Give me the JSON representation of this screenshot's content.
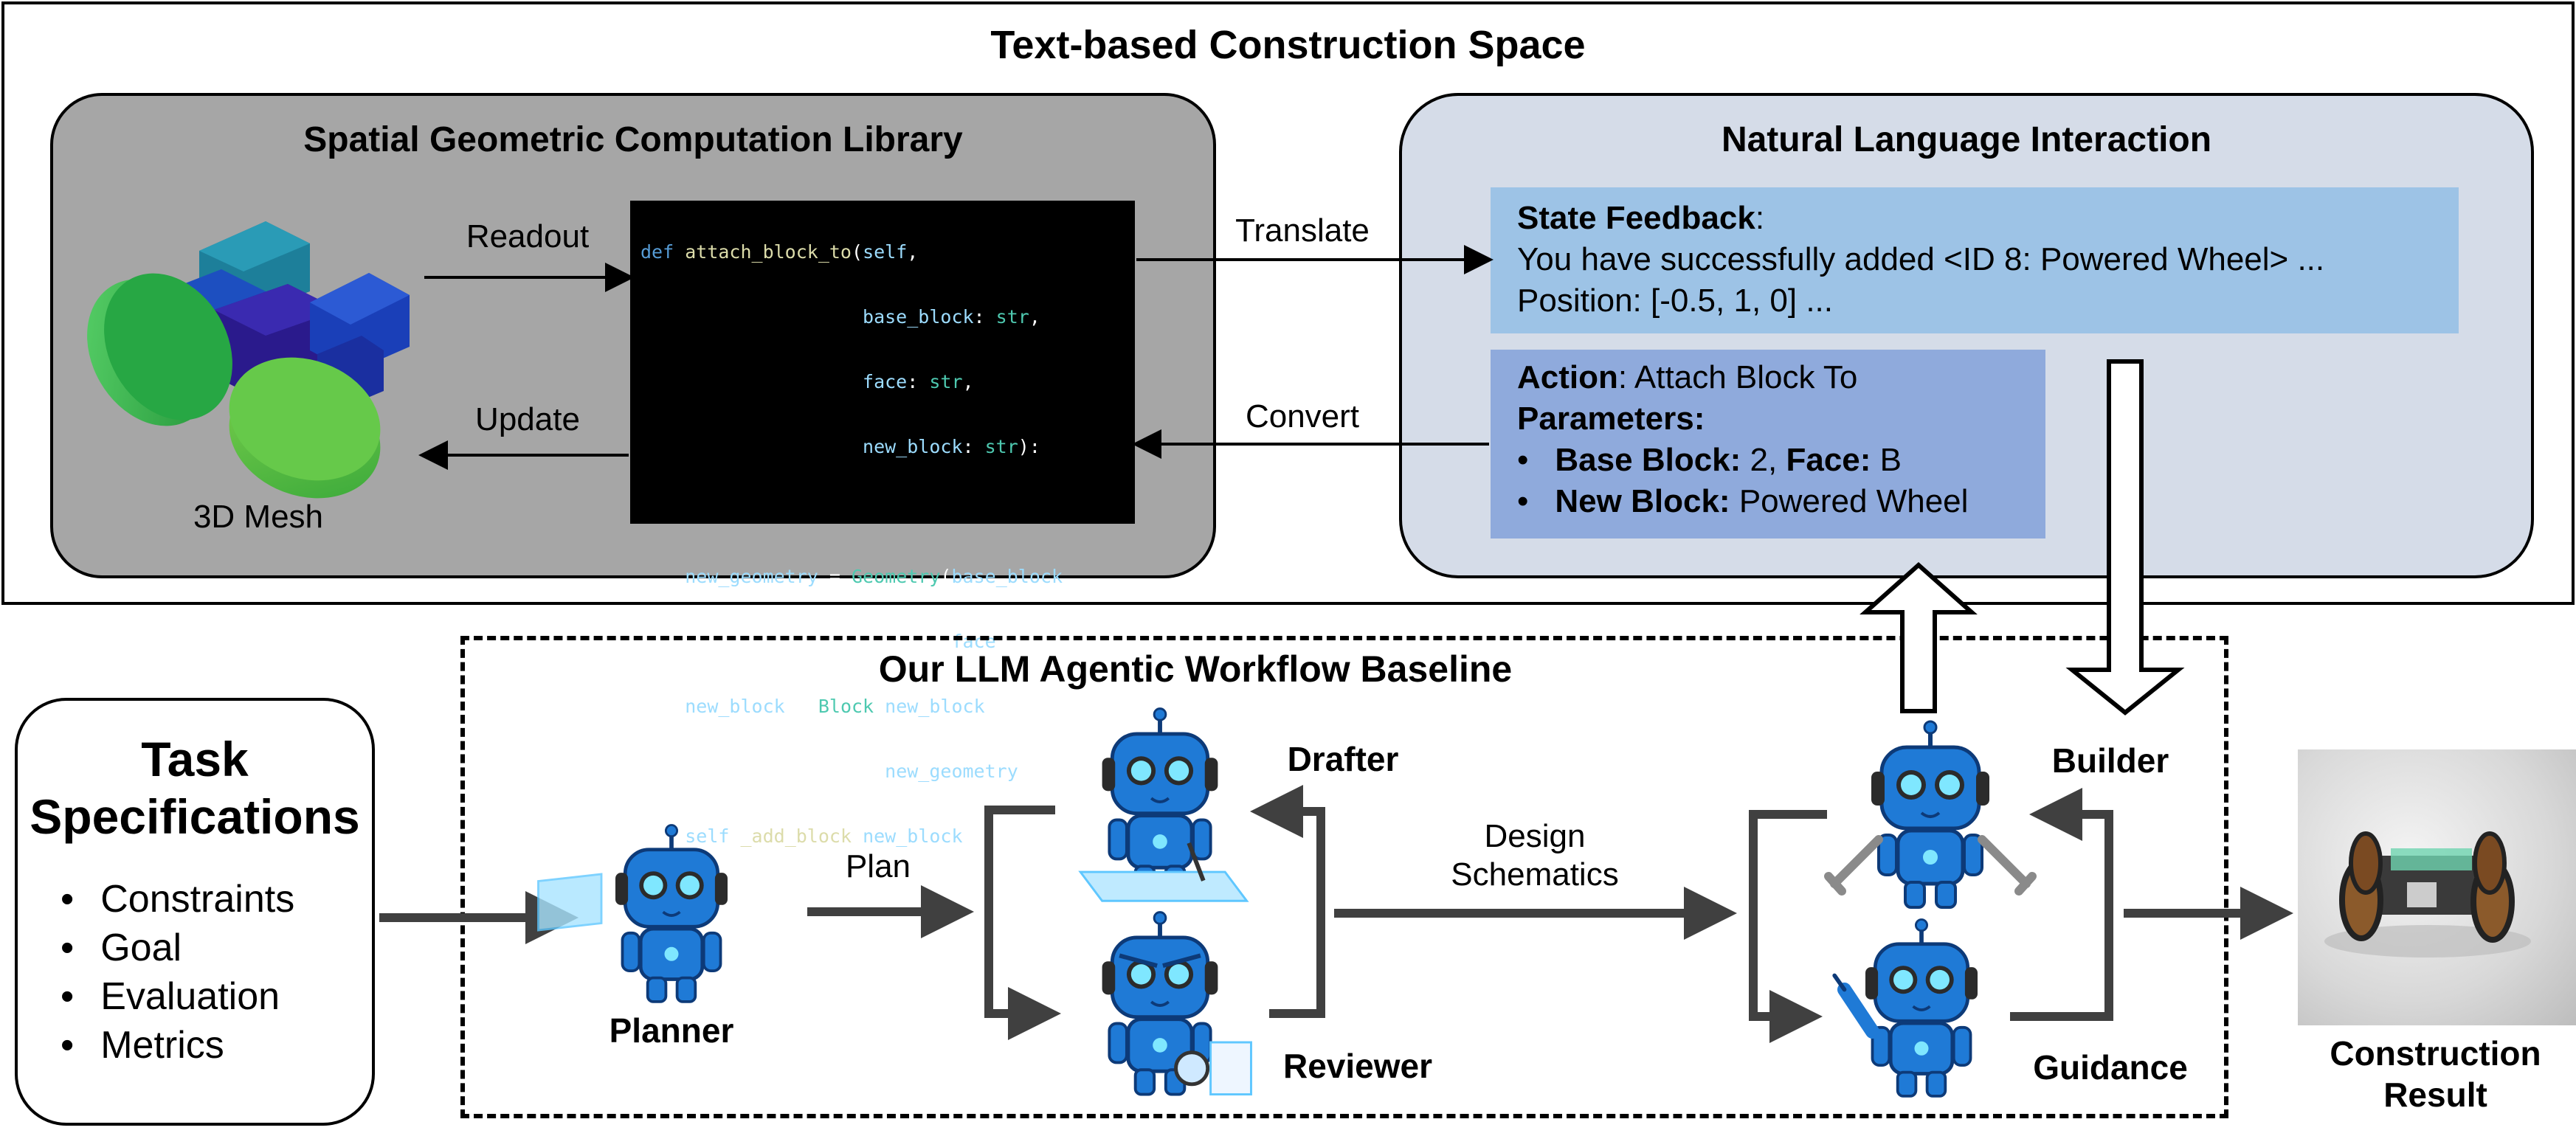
{
  "construction_space": {
    "title": "Text-based Construction Space",
    "library": {
      "title": "Spatial Geometric Computation Library",
      "readout_label": "Readout",
      "update_label": "Update",
      "mesh_label": "3D Mesh",
      "code_lines": [
        "def attach_block_to(self,",
        "                    base_block: str,",
        "                    face: str,",
        "                    new_block: str):",
        "",
        "    new_geometry = Geometry(base_block,",
        "                            face)",
        "    new_block = Block(new_block,",
        "                      new_geometry)",
        "    self._add_block(new_block)"
      ]
    },
    "translate_label": "Translate",
    "convert_label": "Convert",
    "nli": {
      "title": "Natural Language Interaction",
      "feedback": {
        "heading": "State Feedback",
        "line1": "You have successfully added <ID 8: Powered Wheel> ...",
        "line2": "Position: [-0.5, 1, 0] ..."
      },
      "action": {
        "heading": "Action",
        "value": "Attach Block To",
        "params_heading": "Parameters:",
        "param1_key": "Base Block:",
        "param1_val": "2,",
        "param1_key2": "Face:",
        "param1_val2": "B",
        "param2_key": "New Block:",
        "param2_val": "Powered Wheel"
      }
    }
  },
  "task_spec": {
    "title_line1": "Task",
    "title_line2": "Specifications",
    "items": [
      "Constraints",
      "Goal",
      "Evaluation",
      "Metrics"
    ]
  },
  "workflow": {
    "title": "Our LLM Agentic Workflow Baseline",
    "planner": "Planner",
    "plan_label": "Plan",
    "drafter": "Drafter",
    "reviewer": "Reviewer",
    "design_label_1": "Design",
    "design_label_2": "Schematics",
    "builder": "Builder",
    "guidance": "Guidance"
  },
  "result": {
    "label_line1": "Construction",
    "label_line2": "Result"
  },
  "colors": {
    "library_bg": "#a6a6a6",
    "nli_bg": "#d5dce8",
    "feedback_bg": "#9dc3e6",
    "action_bg": "#8faadc",
    "code_bg": "#000000",
    "robot_blue": "#1f7ad6",
    "mesh_green": "#3cb94a",
    "mesh_blue": "#1a3fb8",
    "mesh_teal": "#1d7f9a",
    "arrow_gray": "#404040"
  }
}
